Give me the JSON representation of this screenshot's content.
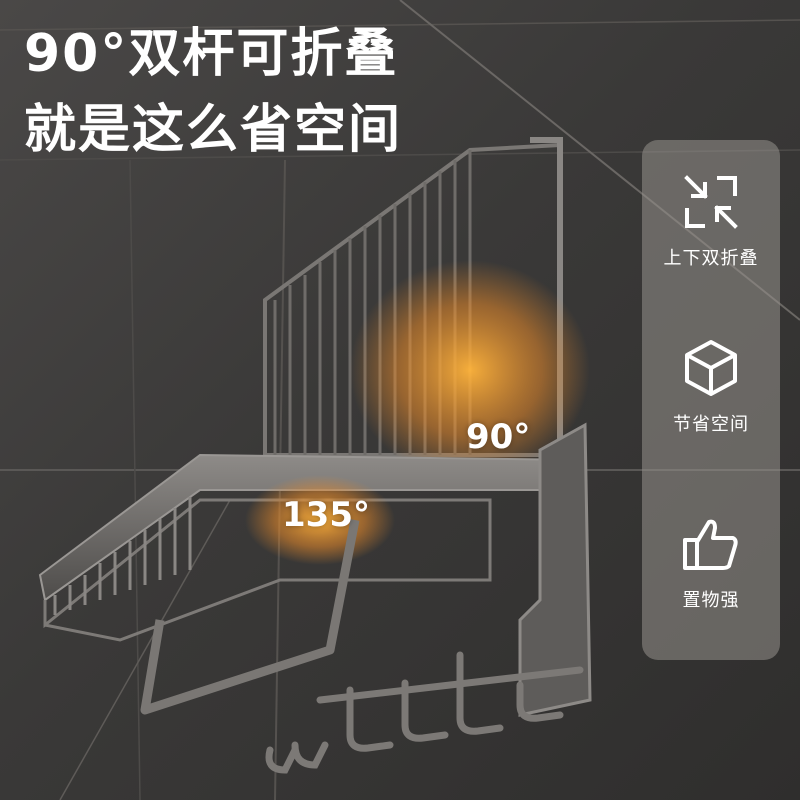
{
  "headline": {
    "line1": "90°双杆可折叠",
    "line2": "就是这么省空间"
  },
  "angles": {
    "upper": "90°",
    "lower": "135°"
  },
  "features": [
    {
      "icon": "fold-arrows-icon",
      "label": "上下双折叠"
    },
    {
      "icon": "cube-icon",
      "label": "节省空间"
    },
    {
      "icon": "thumbs-up-icon",
      "label": "置物强"
    }
  ],
  "colors": {
    "wall": "#3b3a39",
    "rack_metal": "#6e6c6a",
    "glow": "#f2a234",
    "panel": "#96918c",
    "text": "#ffffff"
  }
}
